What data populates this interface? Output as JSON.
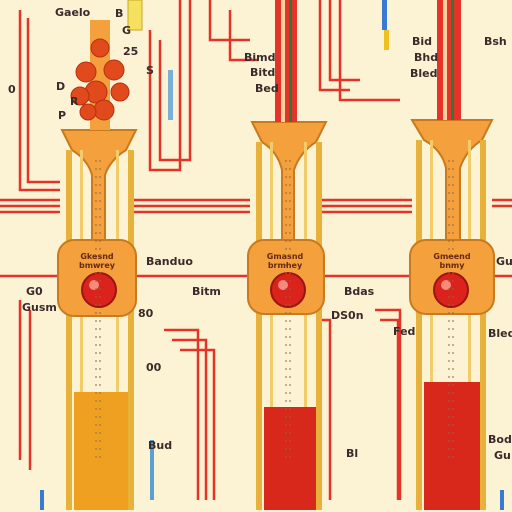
{
  "colors": {
    "background": "#fbf3d3",
    "pipe_red": "#e5332a",
    "tube_gold": "#e7b13a",
    "plate_orange": "#f3a03d",
    "bulb_red": "#d9231c",
    "fill_gold": "#f0a020",
    "fill_red": "#d8281c"
  },
  "labels": {
    "top_left": "Gaelo",
    "top_b": "B",
    "top_25": "25",
    "top_g": "G",
    "left_0": "0",
    "left_d": "D",
    "left_r": "R",
    "left_p": "P",
    "mid_s": "S",
    "col2_a": "Bimd",
    "col2_b": "Bitd",
    "col2_c": "Bed",
    "col3_a": "Bid",
    "col3_b": "Bhd",
    "col3_c": "Bled",
    "right_top": "Bsh",
    "row_mid_1": "Banduo",
    "row_mid_2": "Bitm",
    "row_mid_3": "Bdas",
    "row_mid_4": "Gu",
    "left_g1": "G0",
    "left_g2": "Gusm",
    "left_80": "80",
    "left_00": "00",
    "bot_bl": "Bl",
    "bot_bud": "Bud",
    "right_low1": "Bled",
    "right_low2": "Bod",
    "right_low3": "Gu",
    "mid_code": "DS0n",
    "mid_fed": "Fed",
    "plate1": "Gkesnd bmwrey",
    "plate2": "Gmasnd brmhey",
    "plate3": "Gmeend bnmy"
  },
  "gauges": [
    {
      "name": "gauge-1",
      "fill_level": 0.16,
      "fill_color": "#f0a020"
    },
    {
      "name": "gauge-2",
      "fill_level": 0.12,
      "fill_color": "#d8281c"
    },
    {
      "name": "gauge-3",
      "fill_level": 0.19,
      "fill_color": "#d8281c"
    }
  ]
}
